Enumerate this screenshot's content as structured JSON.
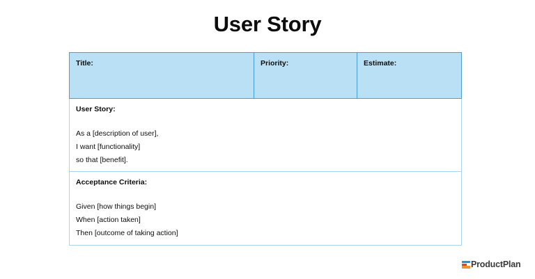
{
  "page": {
    "title": "User Story",
    "background_color": "#ffffff"
  },
  "colors": {
    "header_fill": "#b9e0f5",
    "header_border": "#4a9ed6",
    "body_border": "#a8d4ef",
    "text": "#0d0d0d",
    "brand_blue": "#2f8fd0",
    "brand_red": "#e0402e",
    "brand_orange": "#f5912a",
    "brand_text": "#3b3b3b"
  },
  "table": {
    "header_cells": [
      {
        "label": "Title:",
        "value": ""
      },
      {
        "label": "Priority:",
        "value": ""
      },
      {
        "label": "Estimate:",
        "value": ""
      }
    ],
    "sections": [
      {
        "heading": "User Story:",
        "lines": [
          "As a [description of user],",
          "I want [functionality]",
          "so that [benefit]."
        ]
      },
      {
        "heading": "Acceptance Criteria:",
        "lines": [
          "Given [how things begin]",
          "When [action taken]",
          "Then [outcome of taking action]"
        ]
      }
    ]
  },
  "footer": {
    "brand_name": "ProductPlan",
    "brand_icon": "productplan-bars-icon"
  }
}
